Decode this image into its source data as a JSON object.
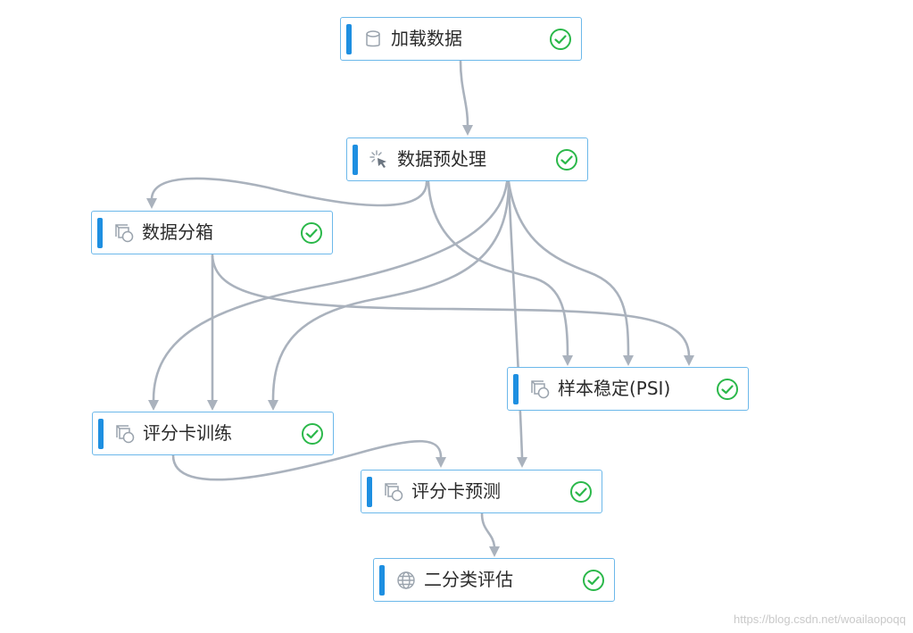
{
  "nodes": [
    {
      "id": "load",
      "label": "加载数据",
      "icon": "database-icon",
      "status": "success-check-icon"
    },
    {
      "id": "prep",
      "label": "数据预处理",
      "icon": "magic-cursor-icon",
      "status": "success-check-icon"
    },
    {
      "id": "bin",
      "label": "数据分箱",
      "icon": "component-icon",
      "status": "success-check-icon"
    },
    {
      "id": "psi",
      "label": "样本稳定(PSI)",
      "icon": "component-icon",
      "status": "success-check-icon"
    },
    {
      "id": "train",
      "label": "评分卡训练",
      "icon": "component-icon",
      "status": "success-check-icon"
    },
    {
      "id": "pred",
      "label": "评分卡预测",
      "icon": "component-icon",
      "status": "success-check-icon"
    },
    {
      "id": "eval",
      "label": "二分类评估",
      "icon": "globe-icon",
      "status": "success-check-icon"
    }
  ],
  "colors": {
    "node_border": "#6cb8ea",
    "accent_bar": "#1e8fe1",
    "edge": "#aab2bd",
    "success": "#2bb84a"
  },
  "watermark": "https://blog.csdn.net/woailaopoqq"
}
